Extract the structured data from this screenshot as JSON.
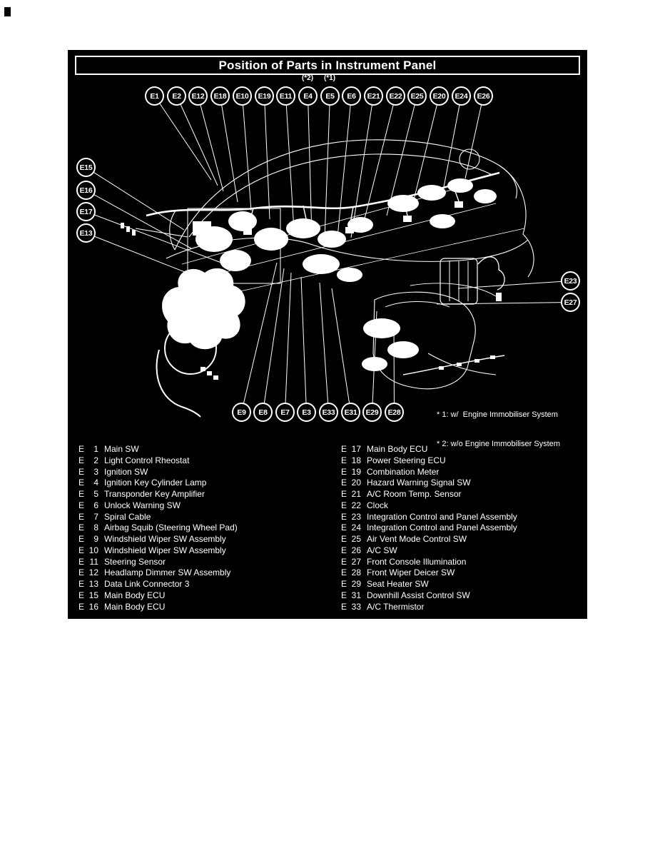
{
  "title": "Position of Parts in Instrument Panel",
  "callouts": {
    "top": [
      {
        "label": "E1"
      },
      {
        "label": "E2"
      },
      {
        "label": "E12"
      },
      {
        "label": "E18"
      },
      {
        "label": "E10"
      },
      {
        "label": "E19"
      },
      {
        "label": "E11"
      },
      {
        "label": "E4",
        "note": "(*2)"
      },
      {
        "label": "E5",
        "note": "(*1)"
      },
      {
        "label": "E6"
      },
      {
        "label": "E21"
      },
      {
        "label": "E22"
      },
      {
        "label": "E25"
      },
      {
        "label": "E20"
      },
      {
        "label": "E24"
      },
      {
        "label": "E26"
      }
    ],
    "left": [
      {
        "label": "E15"
      },
      {
        "label": "E16"
      },
      {
        "label": "E17"
      },
      {
        "label": "E13"
      }
    ],
    "right": [
      {
        "label": "E23"
      },
      {
        "label": "E27"
      }
    ],
    "bottom": [
      {
        "label": "E9"
      },
      {
        "label": "E8"
      },
      {
        "label": "E7"
      },
      {
        "label": "E3"
      },
      {
        "label": "E33"
      },
      {
        "label": "E31"
      },
      {
        "label": "E29"
      },
      {
        "label": "E28"
      }
    ]
  },
  "footnotes": [
    "* 1: w/  Engine Immobiliser System",
    "* 2: w/o Engine Immobiliser System"
  ],
  "legend": {
    "prefix": "E",
    "left": [
      {
        "num": "1",
        "name": "Main SW"
      },
      {
        "num": "2",
        "name": "Light Control Rheostat"
      },
      {
        "num": "3",
        "name": "Ignition SW"
      },
      {
        "num": "4",
        "name": "Ignition Key Cylinder Lamp"
      },
      {
        "num": "5",
        "name": "Transponder Key Amplifier"
      },
      {
        "num": "6",
        "name": "Unlock Warning SW"
      },
      {
        "num": "7",
        "name": "Spiral Cable"
      },
      {
        "num": "8",
        "name": "Airbag Squib (Steering Wheel Pad)"
      },
      {
        "num": "9",
        "name": "Windshield Wiper SW Assembly"
      },
      {
        "num": "10",
        "name": "Windshield Wiper SW Assembly"
      },
      {
        "num": "11",
        "name": "Steering Sensor"
      },
      {
        "num": "12",
        "name": "Headlamp Dimmer SW Assembly"
      },
      {
        "num": "13",
        "name": "Data Link Connector 3"
      },
      {
        "num": "15",
        "name": "Main Body ECU"
      },
      {
        "num": "16",
        "name": "Main Body ECU"
      }
    ],
    "right": [
      {
        "num": "17",
        "name": "Main Body ECU"
      },
      {
        "num": "18",
        "name": "Power Steering ECU"
      },
      {
        "num": "19",
        "name": "Combination Meter"
      },
      {
        "num": "20",
        "name": "Hazard Warning Signal SW"
      },
      {
        "num": "21",
        "name": "A/C Room Temp. Sensor"
      },
      {
        "num": "22",
        "name": "Clock"
      },
      {
        "num": "23",
        "name": "Integration Control and Panel Assembly"
      },
      {
        "num": "24",
        "name": "Integration Control and Panel Assembly"
      },
      {
        "num": "25",
        "name": "Air Vent Mode Control SW"
      },
      {
        "num": "26",
        "name": "A/C SW"
      },
      {
        "num": "27",
        "name": "Front Console Illumination"
      },
      {
        "num": "28",
        "name": "Front Wiper Deicer SW"
      },
      {
        "num": "29",
        "name": "Seat Heater SW"
      },
      {
        "num": "31",
        "name": "Downhill Assist Control SW"
      },
      {
        "num": "33",
        "name": "A/C Thermistor"
      }
    ]
  }
}
